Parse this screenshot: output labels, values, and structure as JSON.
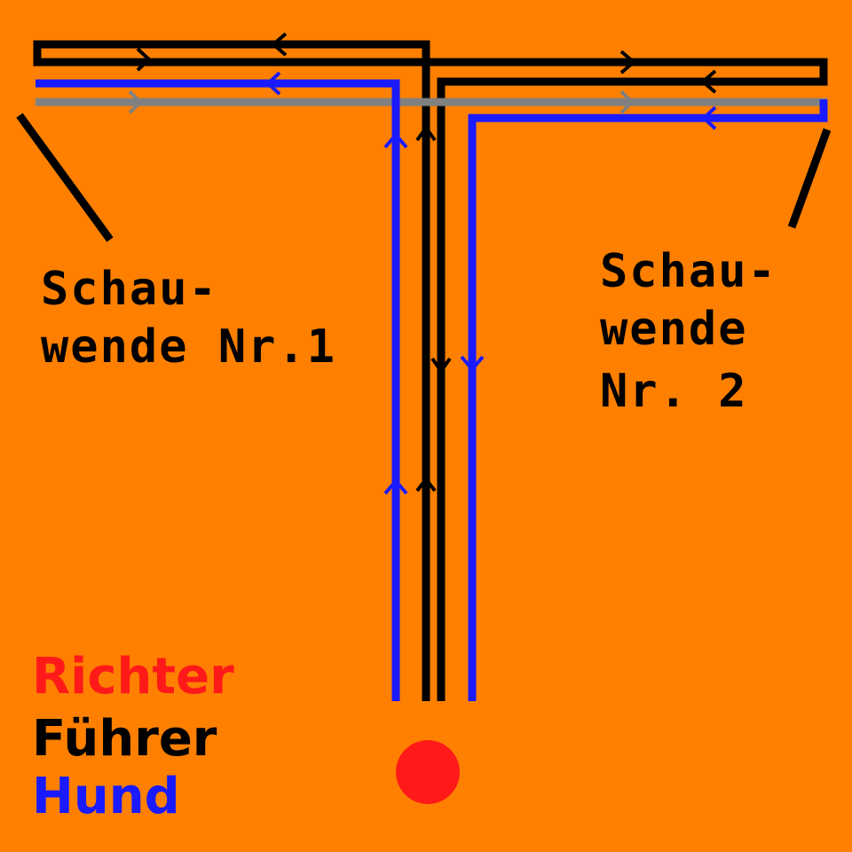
{
  "turn_points": [
    {
      "line1": "Schau-",
      "line2": "wende Nr.1"
    },
    {
      "line1": "Schau-",
      "line2": "wende",
      "line3": "Nr. 2"
    }
  ],
  "legend": [
    {
      "label": "Richter",
      "color": "#ff1a1a"
    },
    {
      "label": "Führer",
      "color": "#000000"
    },
    {
      "label": "Hund",
      "color": "#1a1aff"
    }
  ],
  "colors": {
    "background": "#ff8000",
    "handler_path": "#000000",
    "dog_path": "#1a1aff",
    "center_line": "#808080",
    "judge_marker": "#ff1a1a"
  }
}
